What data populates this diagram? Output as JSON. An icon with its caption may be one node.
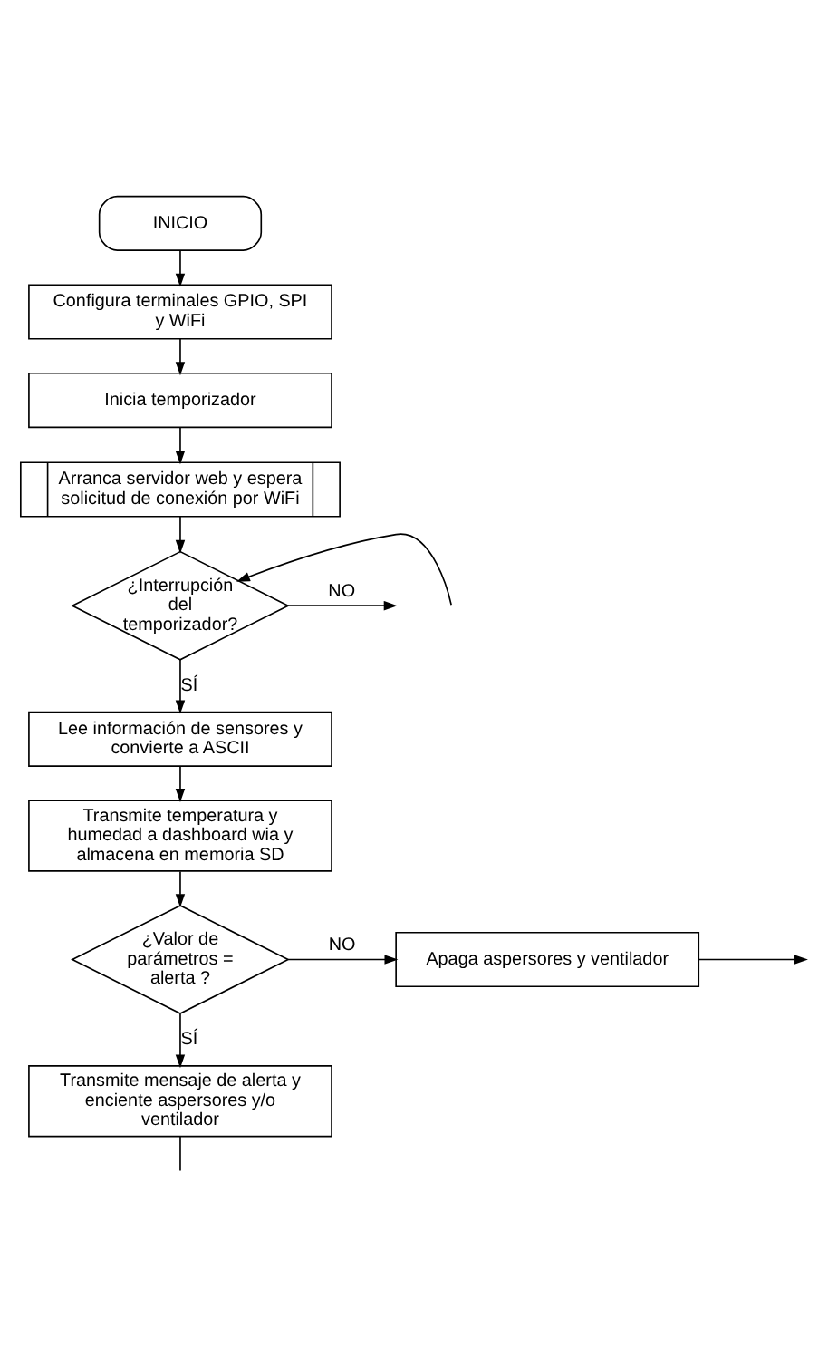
{
  "diagram": {
    "nodes": [
      {
        "text": [
          "INICIO"
        ]
      },
      {
        "text": [
          "Configura terminales GPIO, SPI y WiFi"
        ]
      },
      {
        "text": [
          "Inicia temporizador"
        ]
      },
      {
        "text": [
          "Arranca servidor web y espera solicitud de conexión por WiFi"
        ]
      },
      {
        "text": [
          "¿Interrupción del temporizador?"
        ]
      },
      {
        "text": [
          "Lee información de sensores y convierte a ASCII"
        ]
      },
      {
        "text": [
          "Transmite temperatura y humedad a dashboard wia y almacena en memoria SD"
        ]
      },
      {
        "text": [
          "¿Valor de parámetros = alerta ?"
        ]
      },
      {
        "text": [
          "Apaga aspersores y ventilador"
        ]
      },
      {
        "text": [
          "Transmite mensaje de alerta y enciente aspersores y/o ventilador"
        ]
      }
    ],
    "edges": [
      {
        "from": 0,
        "to": 1,
        "arrow": "to"
      },
      {
        "from": 1,
        "to": 2,
        "arrow": "to"
      },
      {
        "from": 2,
        "to": 3,
        "arrow": "to"
      },
      {
        "from": 3,
        "to": 4,
        "arrow": "to"
      },
      {
        "from": null,
        "to": 4,
        "arrow": "to"
      },
      {
        "from": 4,
        "to": null,
        "label": "NO",
        "arrow": "to"
      },
      {
        "from": 4,
        "to": 5,
        "label": "SÍ",
        "arrow": "to"
      },
      {
        "from": 5,
        "to": 6,
        "arrow": "to"
      },
      {
        "from": 6,
        "to": 7,
        "arrow": "to"
      },
      {
        "from": 7,
        "to": 8,
        "label": "NO",
        "arrow": "to"
      },
      {
        "from": 8,
        "to": null,
        "arrow": "to"
      },
      {
        "from": 7,
        "to": 9,
        "label": "SÍ",
        "arrow": "to"
      },
      {
        "from": 9,
        "to": null,
        "arrow": "none"
      }
    ]
  }
}
